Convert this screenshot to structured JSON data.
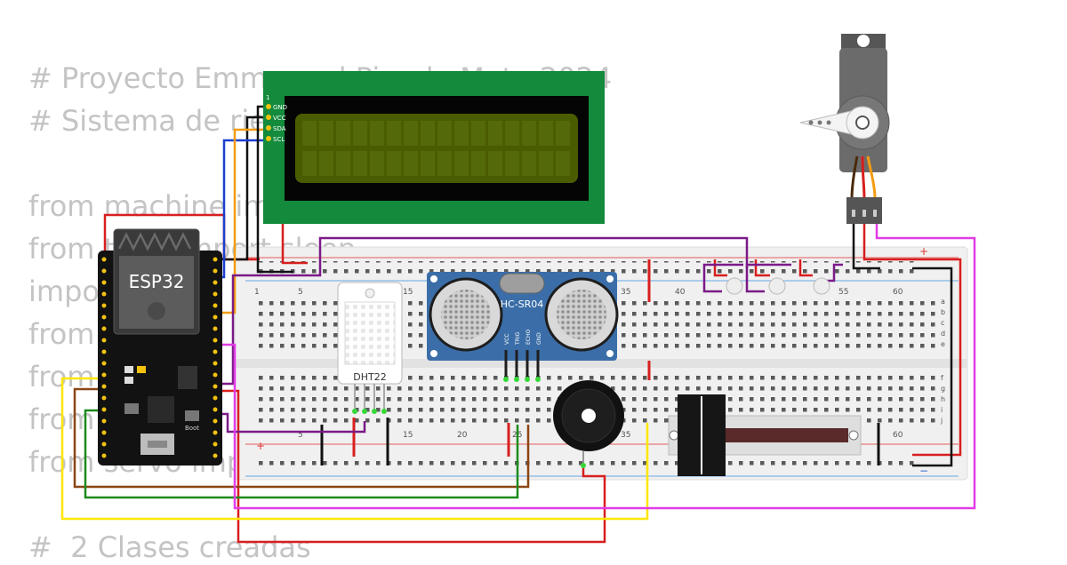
{
  "code_lines": [
    "# Proyecto Emmanuel Pineda Mota 2024",
    "# Sistema de riego",
    "",
    "from machine import",
    "from time import sleep",
    "import",
    "from",
    "from",
    "from",
    "from servo import",
    "",
    "#  2 Clases creadas"
  ],
  "components": {
    "esp32": {
      "label": "ESP32",
      "boot_label": "Boot"
    },
    "lcd": {
      "pins": [
        "1",
        "GND",
        "VCC",
        "SDA",
        "SCL"
      ]
    },
    "dht22": {
      "label": "DHT22"
    },
    "ultrasonic": {
      "label": "HC-SR04",
      "pins": [
        "VCC",
        "TRIG",
        "ECHO",
        "GND"
      ]
    },
    "breadboard": {
      "top_numbers": [
        "1",
        "5",
        "15",
        "35",
        "40",
        "55",
        "60"
      ],
      "bottom_numbers": [
        "5",
        "15",
        "20",
        "25",
        "35",
        "60"
      ],
      "row_letters": [
        "a",
        "b",
        "c",
        "d",
        "e",
        "f",
        "g",
        "h",
        "i",
        "j"
      ],
      "rail_plus": "+",
      "rail_minus": "−"
    }
  },
  "colors": {
    "code_text": "#c4c4c4",
    "breadboard": "#f0f0f0",
    "lcd_board": "#138a3c",
    "lcd_screen": "#4a5c00",
    "hcsr04_board": "#3b6ea8",
    "wire_red": "#d81e1e",
    "wire_black": "#111111",
    "wire_purple": "#7b1a88",
    "wire_blue": "#1a3fd1",
    "wire_orange": "#f39c12",
    "wire_yellow": "#ffe600",
    "wire_green": "#1c8a1c",
    "wire_brown": "#8b4513",
    "wire_magenta": "#e13ce6"
  }
}
